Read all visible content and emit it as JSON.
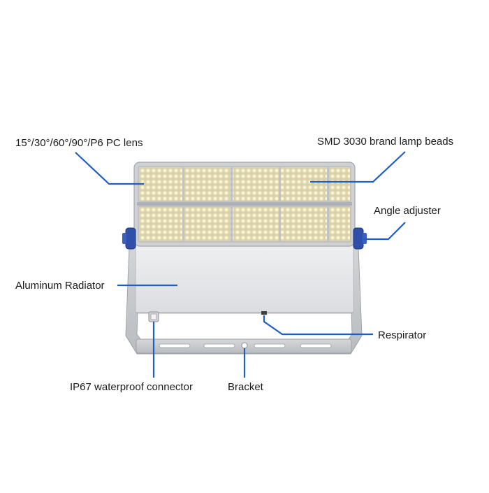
{
  "labels": {
    "lens": "15°/30°/60°/90°/P6 PC lens",
    "beads": "SMD 3030 brand lamp beads",
    "angle_adjuster": "Angle adjuster",
    "radiator": "Aluminum Radiator",
    "respirator": "Respirator",
    "connector": "IP67 waterproof connector",
    "bracket": "Bracket"
  },
  "colors": {
    "leader": "#1f5fc4",
    "body": "#e4e5e7",
    "frame": "#c9cbce",
    "led": "#f3e7b3",
    "knob": "#2f4fa8"
  }
}
